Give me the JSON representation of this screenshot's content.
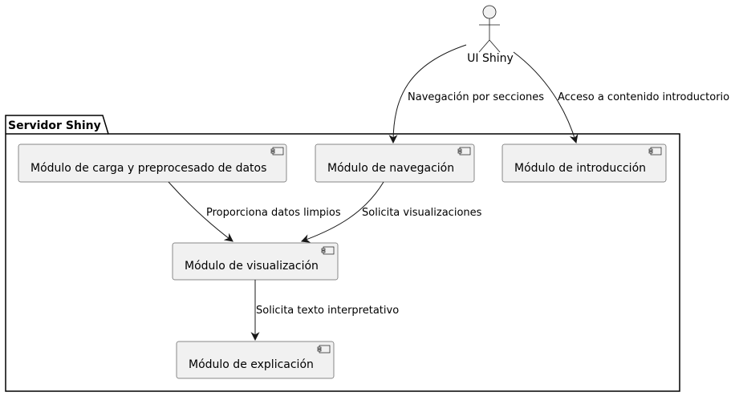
{
  "colors": {
    "background": "#ffffff",
    "component_fill": "#f1f1f1",
    "stroke": "#181818",
    "text": "#000000"
  },
  "actor": {
    "label": "UI Shiny",
    "icon": "actor-stick-figure-icon"
  },
  "package": {
    "title": "Servidor Shiny"
  },
  "components": {
    "carga": "Módulo de carga y preprocesado de datos",
    "navegacion": "Módulo de navegación",
    "introduccion": "Módulo de introducción",
    "visualizacion": "Módulo de visualización",
    "explicacion": "Módulo de explicación"
  },
  "edges": {
    "actor_to_navegacion": "Navegación por secciones",
    "actor_to_introduccion": "Acceso a contenido introductorio",
    "carga_to_visualizacion": "Proporciona datos limpios",
    "navegacion_to_visualizacion": "Solicita visualizaciones",
    "visualizacion_to_explicacion": "Solicita texto interpretativo"
  }
}
